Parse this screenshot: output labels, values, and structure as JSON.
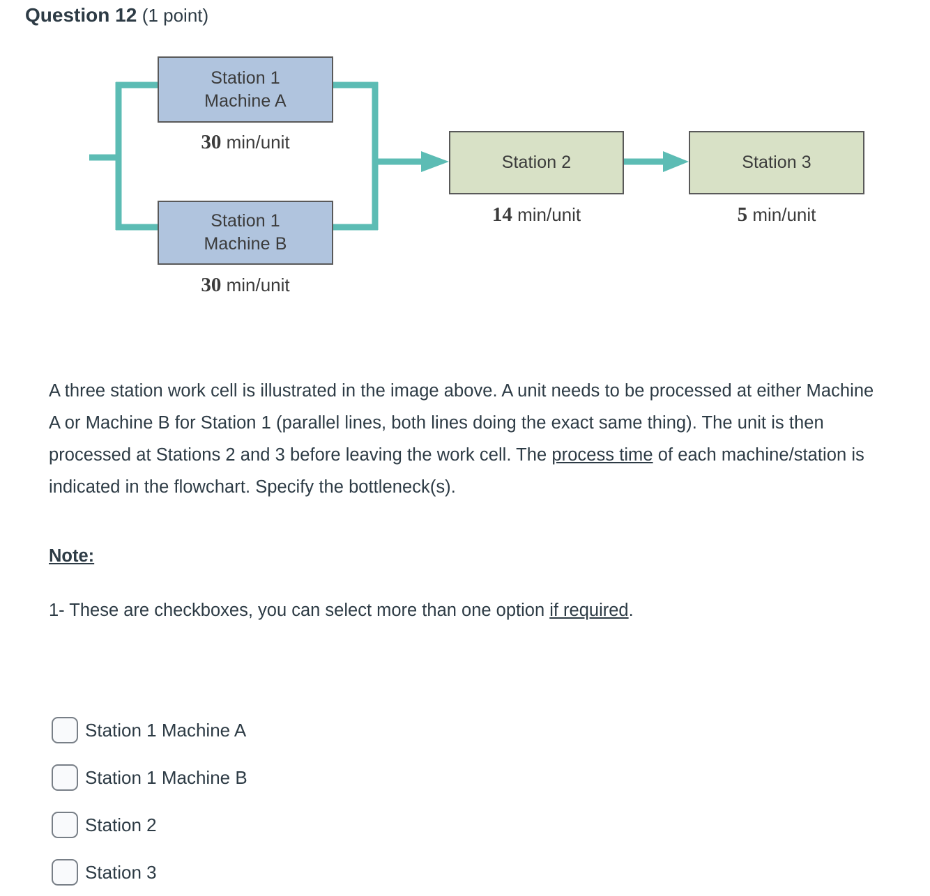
{
  "question": {
    "title": "Question 12",
    "points": "(1 point)"
  },
  "diagram": {
    "line_color": "#5cbcb4",
    "blue_fill": "#b0c4de",
    "green_fill": "#d8e1c6",
    "border_color": "#595959",
    "nodes": [
      {
        "id": "machine-a",
        "line1": "Station 1",
        "line2": "Machine A",
        "time_value": "30",
        "time_unit": "min/unit"
      },
      {
        "id": "machine-b",
        "line1": "Station 1",
        "line2": "Machine B",
        "time_value": "30",
        "time_unit": "min/unit"
      },
      {
        "id": "station-2",
        "label": "Station 2",
        "time_value": "14",
        "time_unit": "min/unit"
      },
      {
        "id": "station-3",
        "label": "Station 3",
        "time_value": "5",
        "time_unit": "min/unit"
      }
    ]
  },
  "prompt": {
    "part1": "A three station work cell is illustrated in the image above. A unit needs to be processed at either Machine A or Machine B for Station 1 (parallel lines, both lines doing the exact same thing). The unit is then processed at Stations 2 and 3 before leaving the work cell. The ",
    "underlined": "process time",
    "part2": " of each machine/station is indicated in the flowchart. Specify the bottleneck(s)."
  },
  "note": {
    "heading": "Note:",
    "item_prefix": "1- These are checkboxes, you can select more than one option ",
    "item_underlined": "if required",
    "item_suffix": "."
  },
  "answers": {
    "options": [
      {
        "label": "Station 1 Machine A",
        "checked": false
      },
      {
        "label": "Station 1 Machine B",
        "checked": false
      },
      {
        "label": "Station 2",
        "checked": false
      },
      {
        "label": "Station 3",
        "checked": false
      }
    ]
  }
}
